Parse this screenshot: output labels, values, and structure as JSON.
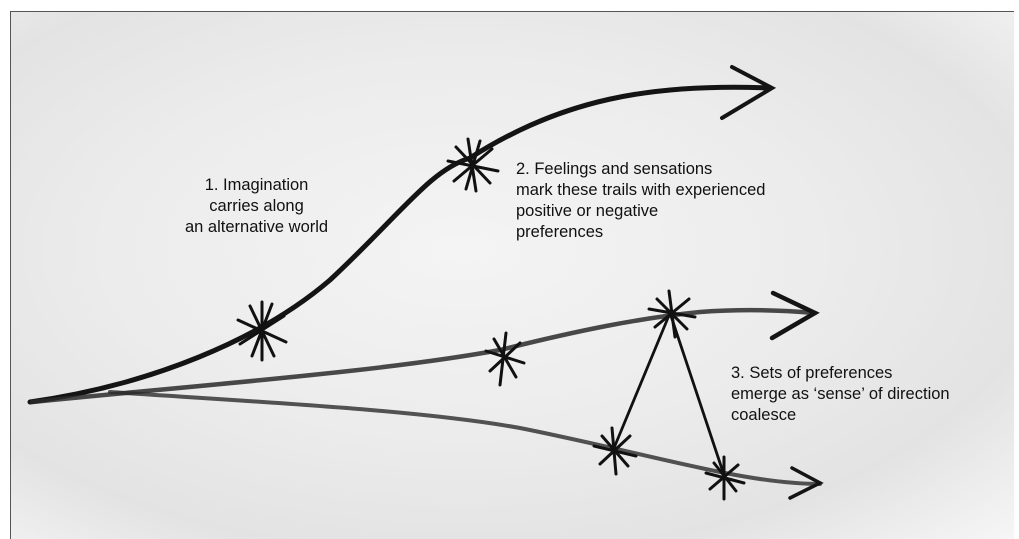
{
  "annotations": [
    {
      "id": "imagination",
      "lines": [
        "1. Imagination",
        "carries along",
        "an alternative world"
      ]
    },
    {
      "id": "feelings",
      "lines": [
        "2. Feelings and sensations",
        "mark these trails with experienced",
        "positive or negative",
        "preferences"
      ]
    },
    {
      "id": "preferences",
      "lines": [
        "3. Sets of preferences",
        "emerge as ‘sense’ of direction",
        "coalesce"
      ]
    }
  ],
  "colors": {
    "ink": "#111111",
    "paper": "#ececec",
    "frame": "#555555"
  },
  "icons": [
    "asterisk-mark",
    "arrowhead"
  ]
}
